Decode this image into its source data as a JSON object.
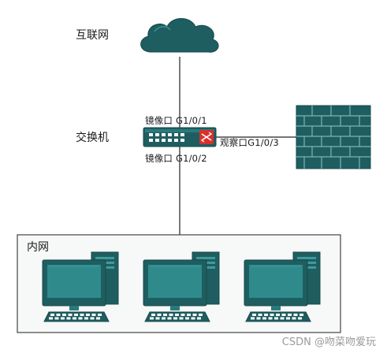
{
  "labels": {
    "internet": "互联网",
    "switch": "交换机",
    "lan": "内网",
    "mirror_port_1": "镜像口 G1/0/1",
    "mirror_port_2": "镜像口 G1/0/2",
    "observe_port": "观察口G1/0/3"
  },
  "watermark": "CSDN @吻菜吻爱玩",
  "colors": {
    "device_dark": "#1f5e60",
    "device_mid": "#2a7a7c",
    "device_light": "#3e9a9c",
    "screen": "#2f8a8c",
    "brick_mortar": "#7fb3b4",
    "link": "#222222",
    "lan_border": "#444444",
    "lan_fill": "#f5f6f6",
    "switch_alert": "#d9302c"
  },
  "icons": {
    "internet": "cloud-icon",
    "switch": "network-switch-icon",
    "firewall": "brick-firewall-icon",
    "hosts": "desktop-computer-icon"
  },
  "host_count": 3
}
